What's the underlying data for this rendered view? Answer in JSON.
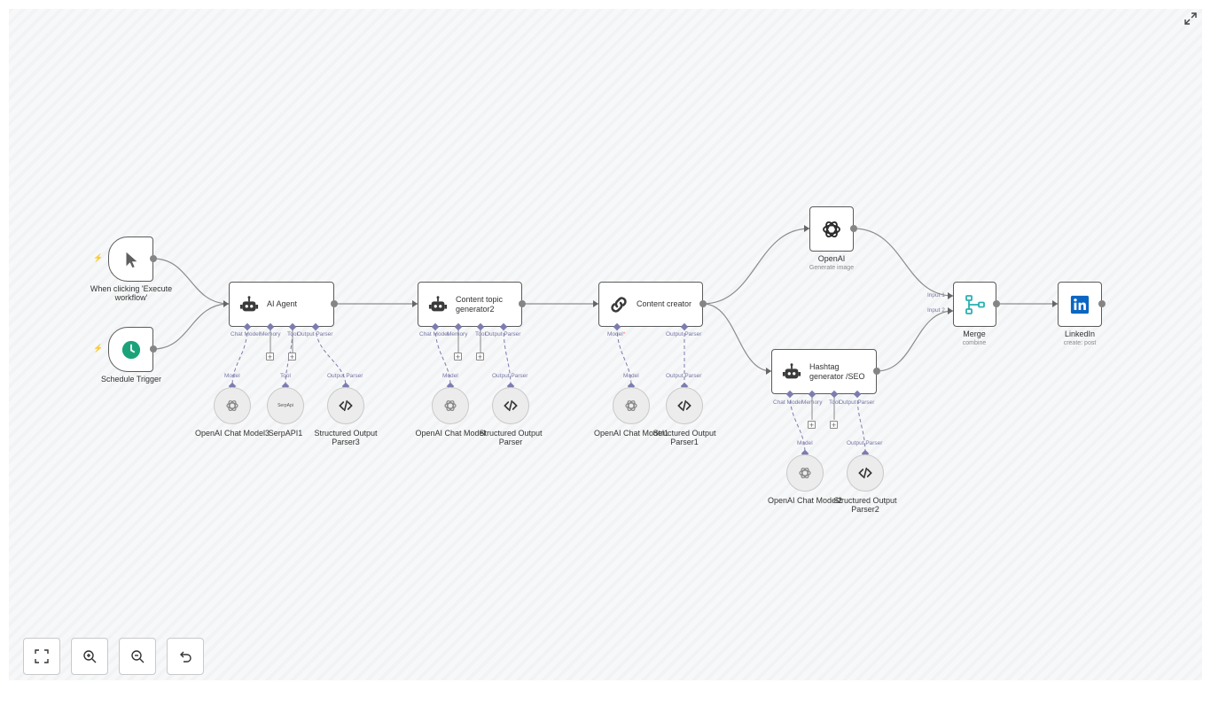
{
  "nodes": {
    "manual_trigger": {
      "title": "When clicking 'Execute workflow'"
    },
    "schedule_trigger": {
      "title": "Schedule Trigger"
    },
    "ai_agent": {
      "title": "AI Agent"
    },
    "content_topic": {
      "title": "Content topic generator2"
    },
    "content_creator": {
      "title": "Content creator"
    },
    "openai": {
      "title": "OpenAI",
      "subtitle": "Generate image"
    },
    "hashtag": {
      "title": "Hashtag generator /SEO"
    },
    "merge": {
      "title": "Merge",
      "subtitle": "combine"
    },
    "linkedin": {
      "title": "LinkedIn",
      "subtitle": "create: post"
    }
  },
  "subnodes": {
    "model3": {
      "title": "OpenAI Chat Model3"
    },
    "serpapi1": {
      "title": "SerpAPI1",
      "logo": "SerpApi"
    },
    "parser3": {
      "title": "Structured Output Parser3"
    },
    "model_a": {
      "title": "OpenAI Chat Model"
    },
    "parser": {
      "title": "Structured Output Parser"
    },
    "model_b": {
      "title": "OpenAI Chat Model1"
    },
    "parser1": {
      "title": "Structured Output Parser1"
    },
    "model2": {
      "title": "OpenAI Chat Model2"
    },
    "parser2": {
      "title": "Structured Output Parser2"
    }
  },
  "ports": {
    "chat_model": "Chat Model",
    "memory": "Memory",
    "tool": "Tool",
    "output_parser": "Output Parser",
    "model": "Model",
    "model_req": "Model",
    "required_mark": "*",
    "input1": "Input 1",
    "input2": "Input 2"
  },
  "controls": {
    "fit": "fit-view",
    "zoom_in": "zoom-in",
    "zoom_out": "zoom-out",
    "reset": "reset-zoom",
    "fullscreen": "fullscreen"
  },
  "colors": {
    "trigger_bolt": "#ff6d5a",
    "port_diamond": "#7c7cb0",
    "merge_icon": "#2ab0b0",
    "linkedin": "#0a66c2",
    "schedule": "#1aa37a"
  }
}
